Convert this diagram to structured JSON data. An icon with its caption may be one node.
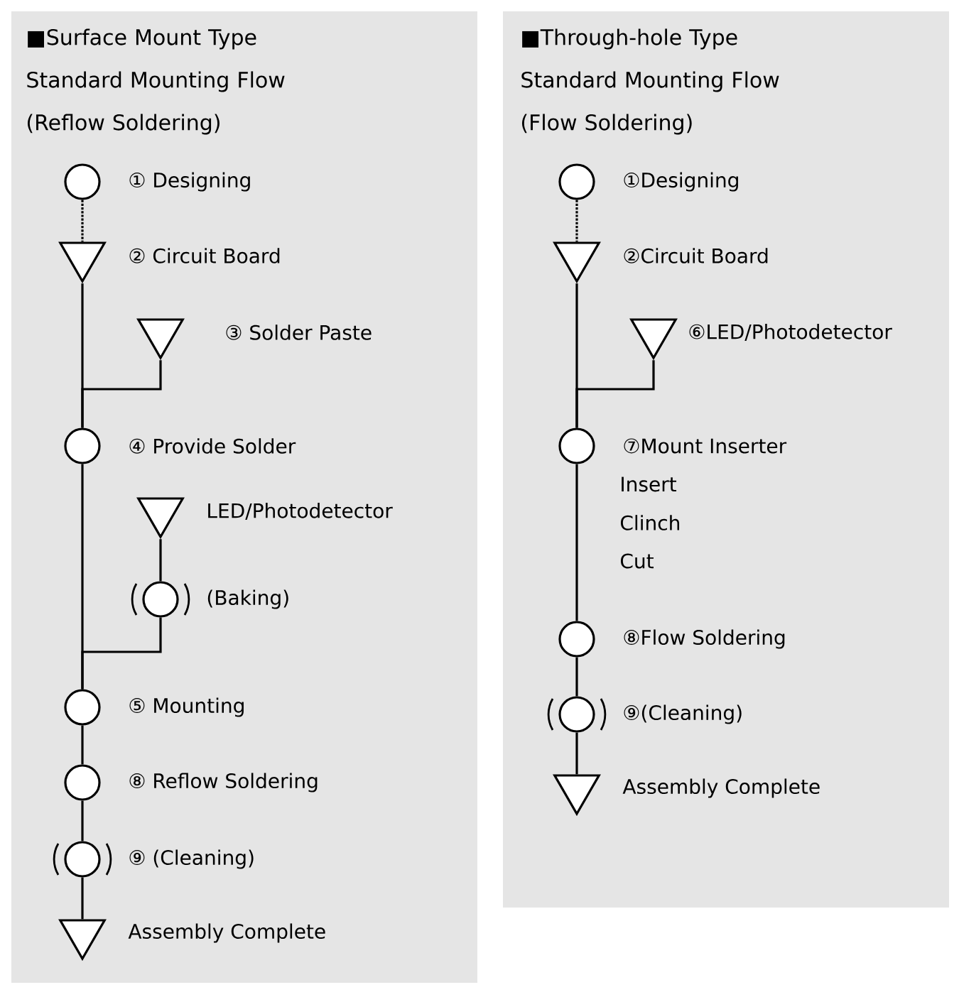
{
  "diagram": {
    "nodes": [
      {
        "text": [
          "■Surface Mount Type Standard Mounting Flow (Reflow Soldering)"
        ]
      },
      {
        "text": [],
        "shape": "circle",
        "in": 0,
        "beside": [
          "① Designing"
        ]
      },
      {
        "text": [],
        "shape": "triangle",
        "in": 0,
        "beside": [
          "② Circuit Board"
        ]
      },
      {
        "text": [],
        "shape": "triangle",
        "in": 0,
        "beside": [
          "③ Solder Paste"
        ]
      },
      {
        "text": [],
        "shape": "circle",
        "in": 0,
        "beside": [
          "④ Provide Solder"
        ]
      },
      {
        "text": [],
        "shape": "triangle",
        "in": 0,
        "beside": [
          "LED/Photodetector"
        ]
      },
      {
        "text": [],
        "shape": "bracketed",
        "in": 0,
        "beside": [
          "(Baking)"
        ]
      },
      {
        "text": [],
        "shape": "circle",
        "in": 0,
        "beside": [
          "⑤ Mounting"
        ]
      },
      {
        "text": [],
        "shape": "circle",
        "in": 0,
        "beside": [
          "⑧ Reflow Soldering"
        ]
      },
      {
        "text": [],
        "shape": "bracketed",
        "in": 0,
        "beside": [
          "⑨ (Cleaning)"
        ]
      },
      {
        "text": [],
        "shape": "triangle",
        "in": 0,
        "beside": [
          "Assembly Complete"
        ]
      },
      {
        "text": [
          "■Through-hole Type Standard Mounting Flow (Flow Soldering)"
        ]
      },
      {
        "text": [],
        "shape": "circle",
        "in": 11,
        "beside": [
          "①Designing"
        ]
      },
      {
        "text": [],
        "shape": "triangle",
        "in": 11,
        "beside": [
          "②Circuit Board"
        ]
      },
      {
        "text": [],
        "shape": "triangle",
        "in": 11,
        "beside": [
          "⑥LED/Photodetector"
        ]
      },
      {
        "text": [],
        "shape": "circle",
        "in": 11,
        "beside": [
          "⑦Mount Inserter",
          "Insert",
          "Clinch",
          "Cut"
        ]
      },
      {
        "text": [],
        "shape": "circle",
        "in": 11,
        "beside": [
          "⑧Flow Soldering"
        ]
      },
      {
        "text": [],
        "shape": "bracketed",
        "in": 11,
        "beside": [
          "⑨(Cleaning)"
        ]
      },
      {
        "text": [],
        "shape": "triangle",
        "in": 11,
        "beside": [
          "Assembly Complete"
        ]
      }
    ],
    "edges": [
      {
        "from": 1,
        "to": 2,
        "arrow": "none",
        "style": "dashed"
      },
      {
        "from": 2,
        "to": 4,
        "arrow": "none"
      },
      {
        "from": 3,
        "to": 4,
        "arrow": "none"
      },
      {
        "from": 4,
        "to": 7,
        "arrow": "none"
      },
      {
        "from": 5,
        "to": 6,
        "arrow": "none"
      },
      {
        "from": 6,
        "to": 7,
        "arrow": "none"
      },
      {
        "from": 7,
        "to": 8,
        "arrow": "none"
      },
      {
        "from": 8,
        "to": 9,
        "arrow": "none"
      },
      {
        "from": 9,
        "to": 10,
        "arrow": "none"
      },
      {
        "from": 12,
        "to": 13,
        "arrow": "none",
        "style": "dashed"
      },
      {
        "from": 13,
        "to": 15,
        "arrow": "none"
      },
      {
        "from": 14,
        "to": 15,
        "arrow": "none"
      },
      {
        "from": 15,
        "to": 16,
        "arrow": "none"
      },
      {
        "from": 16,
        "to": 17,
        "arrow": "none"
      },
      {
        "from": 17,
        "to": 18,
        "arrow": "none"
      }
    ]
  }
}
